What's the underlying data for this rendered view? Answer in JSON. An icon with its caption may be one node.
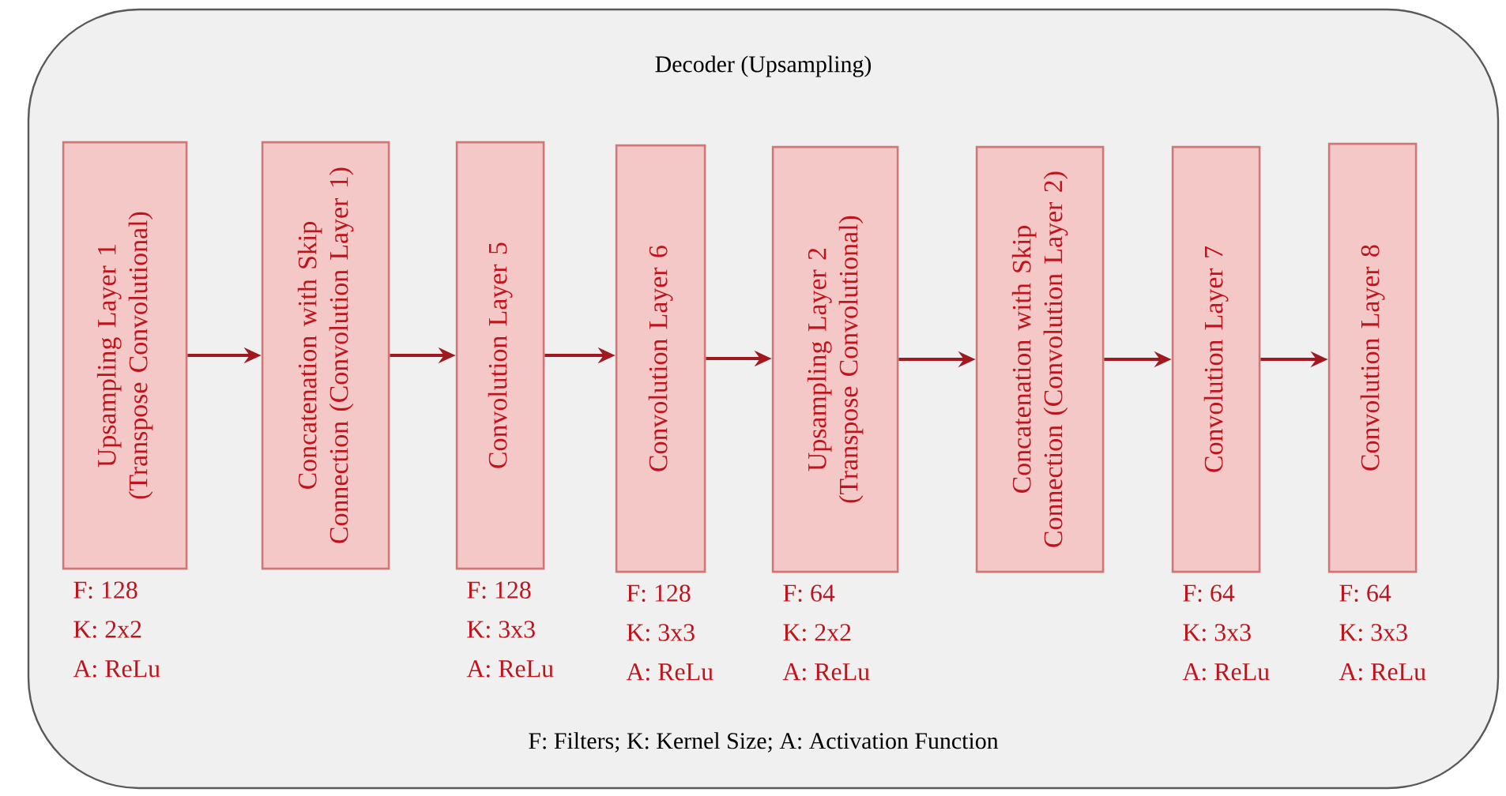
{
  "diagram": {
    "nodes": [
      {
        "text": [
          "Decoder (Upsampling)"
        ]
      },
      {
        "text": [
          "Upsampling Layer 1 (Transpose Convolutional)"
        ],
        "in": 0,
        "beside": [
          "F: 128",
          "K: 2x2",
          "A: ReLu"
        ]
      },
      {
        "text": [
          "Concatenation with Skip Connection (Convolution Layer 1)"
        ],
        "in": 0
      },
      {
        "text": [
          "Convolution Layer 5"
        ],
        "in": 0,
        "beside": [
          "F: 128",
          "K: 3x3",
          "A: ReLu"
        ]
      },
      {
        "text": [
          "Convolution Layer 6"
        ],
        "in": 0,
        "beside": [
          "F: 128",
          "K: 3x3",
          "A: ReLu"
        ]
      },
      {
        "text": [
          "Upsampling Layer 2 (Transpose Convolutional)"
        ],
        "in": 0,
        "beside": [
          "F: 64",
          "K: 2x2",
          "A: ReLu"
        ]
      },
      {
        "text": [
          "Concatenation with Skip Connection (Convolution Layer 2)"
        ],
        "in": 0
      },
      {
        "text": [
          "Convolution Layer 7"
        ],
        "in": 0,
        "beside": [
          "F: 64",
          "K: 3x3",
          "A: ReLu"
        ]
      },
      {
        "text": [
          "Convolution Layer 8"
        ],
        "in": 0,
        "beside": [
          "F: 64",
          "K: 3x3",
          "A: ReLu"
        ]
      }
    ],
    "edges": [
      {
        "from": 1,
        "to": 2,
        "arrow": "to"
      },
      {
        "from": 2,
        "to": 3,
        "arrow": "to"
      },
      {
        "from": 3,
        "to": 4,
        "arrow": "to"
      },
      {
        "from": 4,
        "to": 5,
        "arrow": "to"
      },
      {
        "from": 5,
        "to": 6,
        "arrow": "to"
      },
      {
        "from": 6,
        "to": 7,
        "arrow": "to"
      },
      {
        "from": 7,
        "to": 8,
        "arrow": "to"
      }
    ],
    "labels": [
      "F: Filters; K: Kernel Size; A: Activation  Function"
    ]
  }
}
